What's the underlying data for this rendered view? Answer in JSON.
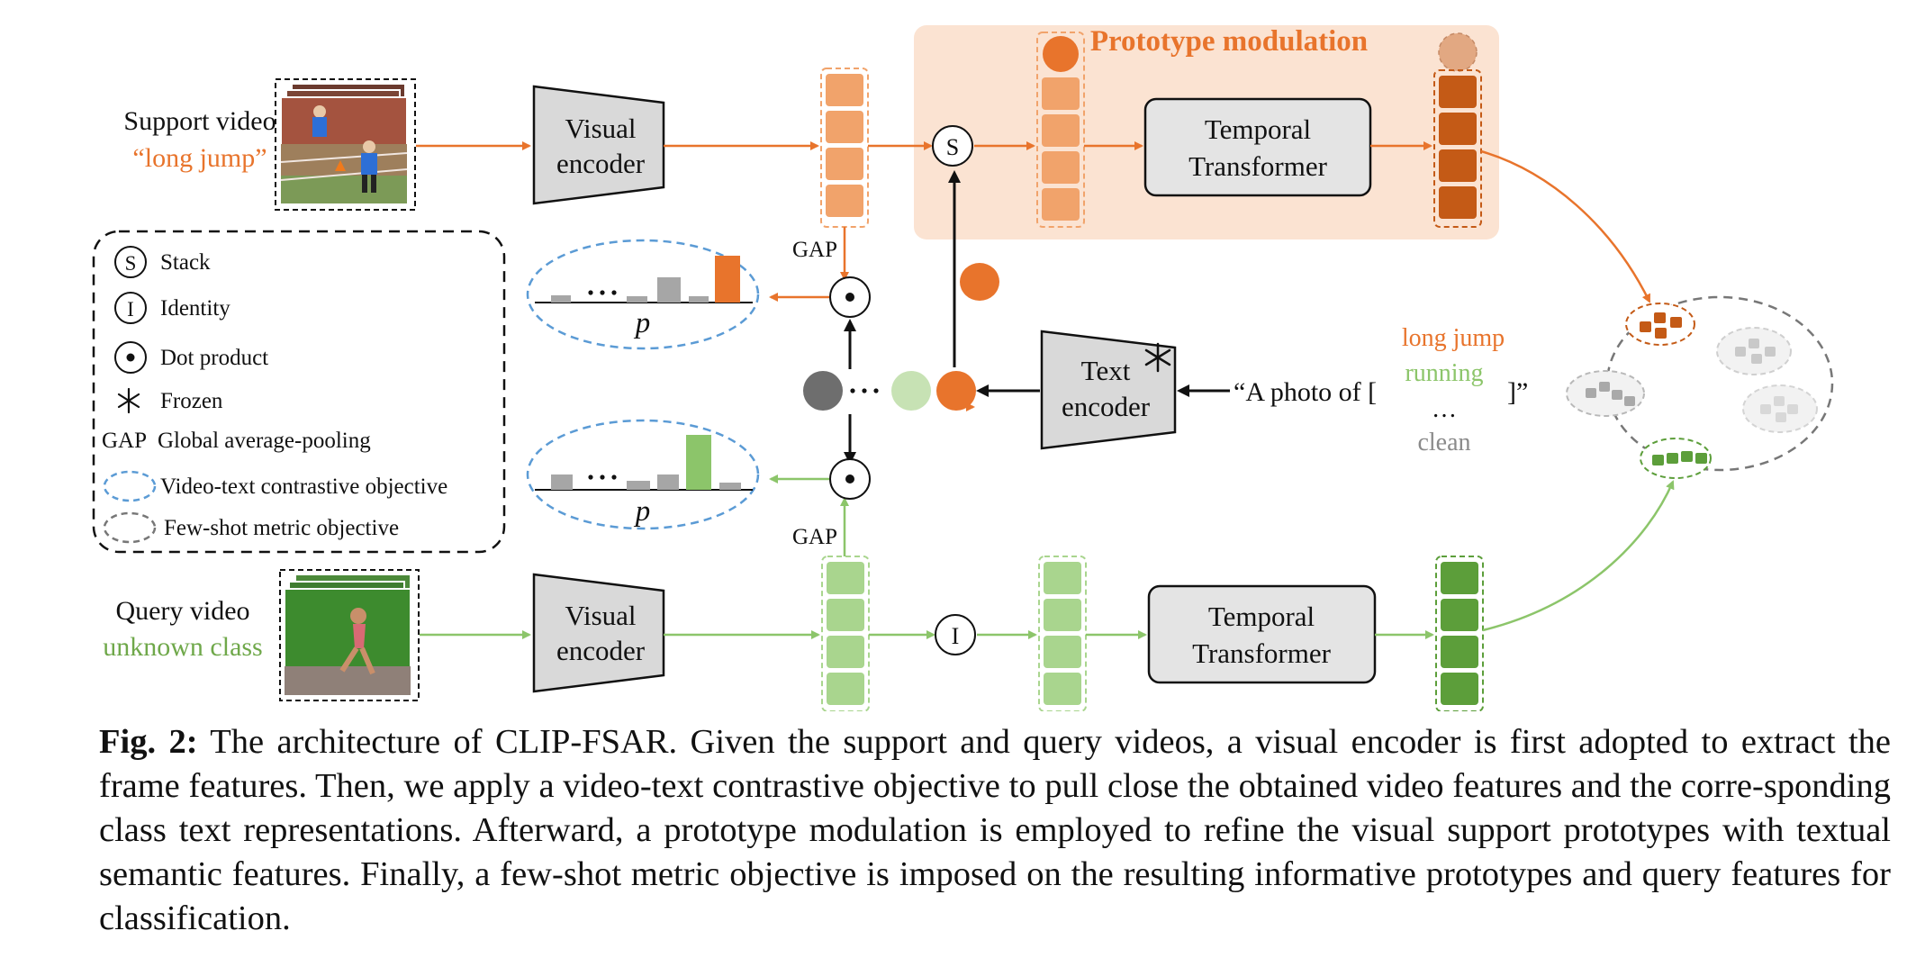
{
  "title": "Prototype modulation",
  "support": {
    "label": "Support video",
    "class": "“long jump”"
  },
  "query": {
    "label": "Query video",
    "class": "unknown class"
  },
  "visual_encoder": [
    "Visual",
    "encoder"
  ],
  "text_encoder": [
    "Text",
    "encoder"
  ],
  "temporal_transformer": [
    "Temporal",
    "Transformer"
  ],
  "gap": "GAP",
  "stack_symbol": "S",
  "identity_symbol": "I",
  "prompt": {
    "left": "“A photo of [",
    "right": "]”",
    "ellipsis": "…"
  },
  "classes": {
    "long_jump": "long jump",
    "running": "running",
    "clean": "clean"
  },
  "p_label": "p",
  "legend": [
    {
      "symbol": "S",
      "label": "Stack"
    },
    {
      "symbol": "I",
      "label": "Identity"
    },
    {
      "symbol": "dot",
      "label": "Dot product"
    },
    {
      "symbol": "snowflake",
      "label": "Frozen"
    },
    {
      "symbol": "GAP",
      "label": "Global average-pooling"
    },
    {
      "symbol": "blue-dashed-ellipse",
      "label": "Video-text contrastive objective"
    },
    {
      "symbol": "gray-dashed-ellipse",
      "label": "Few-shot metric objective"
    }
  ],
  "caption": {
    "label": "Fig. 2:",
    "text": "The architecture of CLIP-FSAR. Given the support and query videos, a visual encoder is first adopted to extract the frame features. Then, we apply a video-text contrastive objective to pull close the obtained video features and the corre-sponding class text representations. Afterward, a prototype modulation is employed to refine the visual support prototypes with textual semantic features. Finally, a few-shot metric objective is imposed on the resulting informative prototypes and query features for classification."
  },
  "colors": {
    "orange": "#E8742C",
    "orange_light": "#F1A36B",
    "orange_dark": "#C45A16",
    "panel": "#FBE3D2",
    "green": "#8CC56A",
    "green_light": "#A9D58E",
    "green_dark": "#5C9E3A",
    "blue": "#5B9BD5",
    "gray": "#8A8A8A"
  }
}
